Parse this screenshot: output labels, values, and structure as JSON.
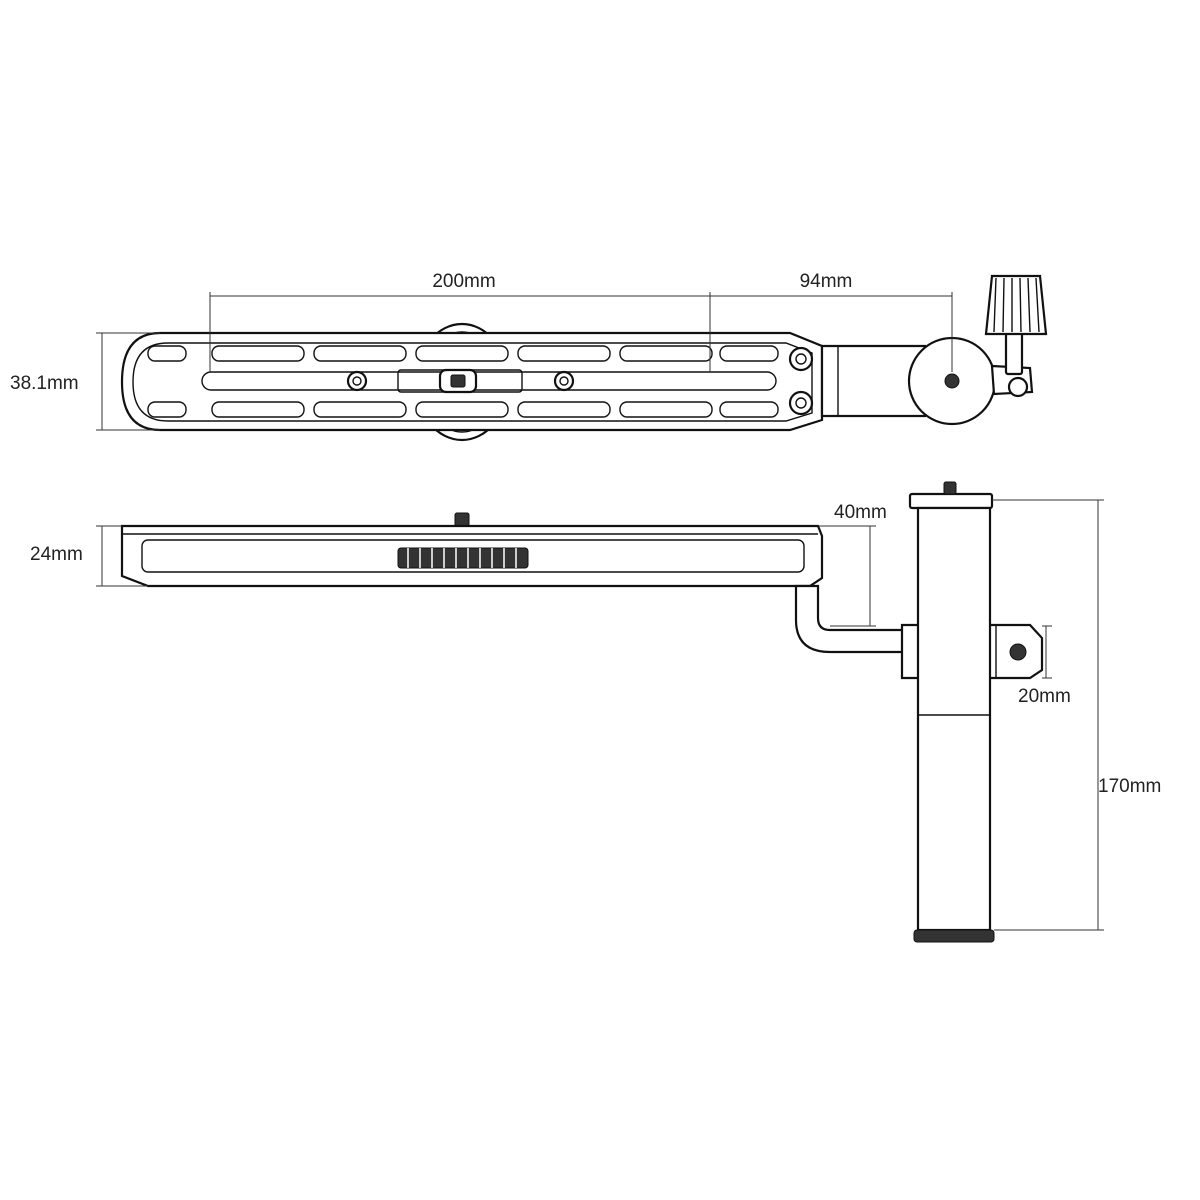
{
  "labels": {
    "top_length": "200mm",
    "top_offset": "94mm",
    "top_width": "38.1mm",
    "side_height": "24mm",
    "side_drop": "40mm",
    "side_clamp": "20mm",
    "side_rod": "170mm"
  },
  "colors": {
    "line": "#111111",
    "background": "#ffffff"
  }
}
